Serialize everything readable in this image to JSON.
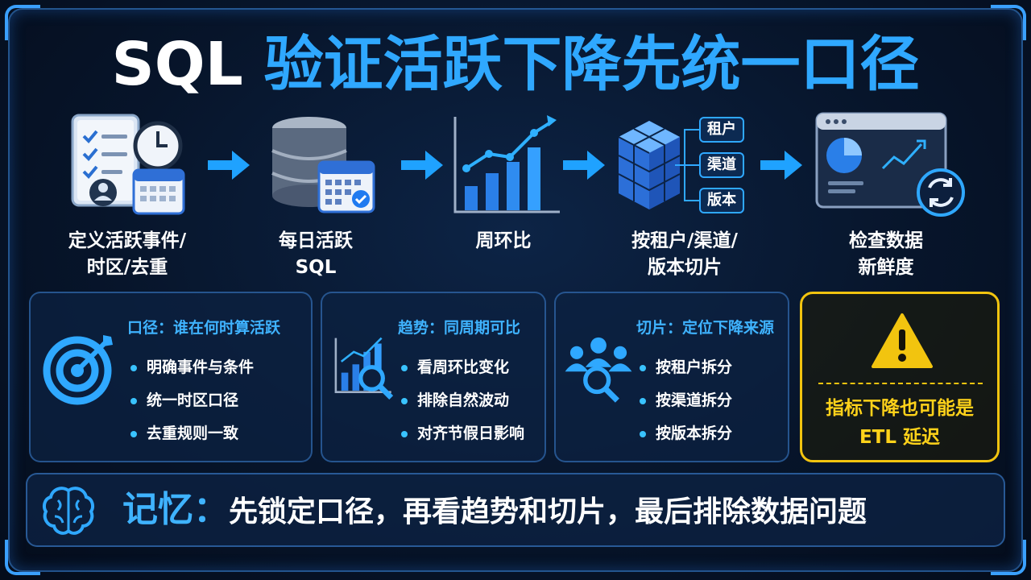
{
  "title": {
    "part1": "SQL",
    "part2": "验证活跃下降先统一口径"
  },
  "steps": [
    {
      "line1": "定义活跃事件/",
      "line2": "时区/去重"
    },
    {
      "line1": "每日活跃",
      "line2": "SQL"
    },
    {
      "line1": "周环比",
      "line2": ""
    },
    {
      "line1": "按租户/渠道/",
      "line2": "版本切片",
      "tags": [
        "租户",
        "渠道",
        "版本"
      ]
    },
    {
      "line1": "检查数据",
      "line2": "新鲜度"
    }
  ],
  "cards": [
    {
      "title": "口径：谁在何时算活跃",
      "items": [
        "明确事件与条件",
        "统一时区口径",
        "去重规则一致"
      ],
      "icon": "target-icon"
    },
    {
      "title": "趋势：同周期可比",
      "items": [
        "看周环比变化",
        "排除自然波动",
        "对齐节假日影响"
      ],
      "icon": "chart-search-icon"
    },
    {
      "title": "切片：定位下降来源",
      "items": [
        "按租户拆分",
        "按渠道拆分",
        "按版本拆分"
      ],
      "icon": "people-search-icon"
    }
  ],
  "warning": {
    "line1": "指标下降也可能是",
    "line2": "ETL 延迟",
    "color": "#f2c40f"
  },
  "memory": {
    "label": "记忆：",
    "text": "先锁定口径，再看趋势和切片，最后排除数据问题"
  },
  "colors": {
    "accent": "#2fa8ff",
    "warning": "#f2c40f",
    "background": "#07152b"
  }
}
